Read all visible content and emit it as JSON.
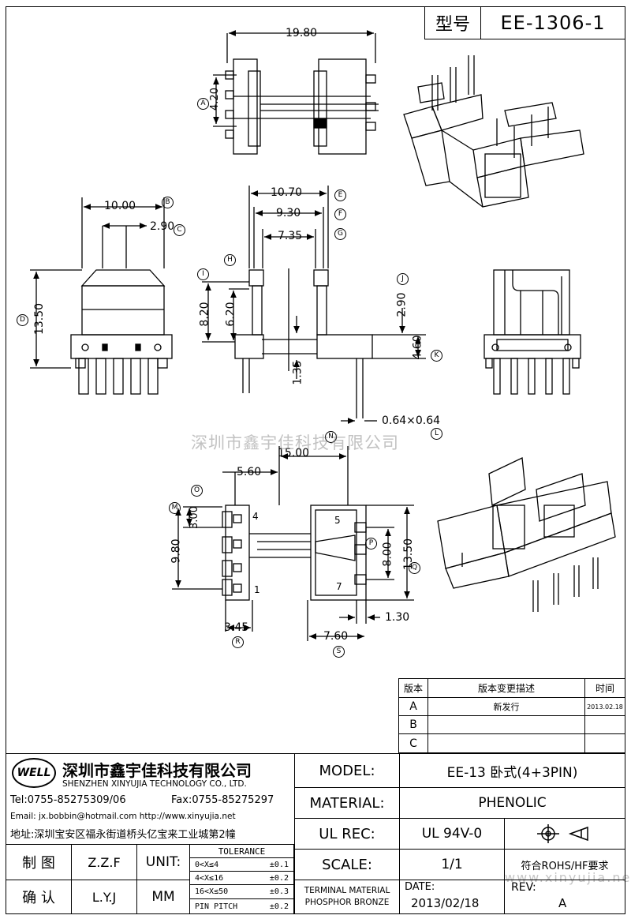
{
  "header": {
    "model_label": "型号",
    "model_no": "EE-1306-1"
  },
  "dims": {
    "top_width": "19.80",
    "pin_pitch": "4.20",
    "front_width": "10.00",
    "front_inner": "2.90",
    "front_height": "13.50",
    "side_e": "10.70",
    "side_f": "9.30",
    "side_g": "7.35",
    "side_i": "8.20",
    "side_h": "6.20",
    "side_j": "2.90",
    "side_k": "4.60",
    "side_base": "1.35",
    "pin_size": "0.64×0.64",
    "bottom_n": "15.00",
    "bottom_o": "5.60",
    "bottom_m": "3.00",
    "bottom_rows": "9.80",
    "bottom_p": "8.00",
    "bottom_q": "13.50",
    "bottom_130": "1.30",
    "bottom_r": "3.45",
    "bottom_s": "7.60"
  },
  "markers": [
    "A",
    "B",
    "C",
    "D",
    "E",
    "F",
    "G",
    "H",
    "I",
    "J",
    "K",
    "L",
    "M",
    "N",
    "O",
    "P",
    "Q",
    "R",
    "S"
  ],
  "pins": {
    "p4": "4",
    "p1": "1",
    "p5": "5",
    "p7": "7"
  },
  "watermark": "深圳市鑫宇佳科技有限公司",
  "watermark_url": "www.xinyujia.net",
  "revision": {
    "headers": [
      "版本",
      "版本变更描述",
      "时间"
    ],
    "rows": [
      {
        "ver": "A",
        "desc": "新发行",
        "date": "2013.02.18"
      },
      {
        "ver": "B",
        "desc": "",
        "date": ""
      },
      {
        "ver": "C",
        "desc": "",
        "date": ""
      }
    ]
  },
  "company": {
    "logo": "WELL",
    "name_cn": "深圳市鑫宇佳科技有限公司",
    "name_en": "SHENZHEN XINYUJIA TECHNOLOGY CO., LTD.",
    "tel": "Tel:0755-85275309/06",
    "fax": "Fax:0755-85275297",
    "email": "Email: jx.bobbin@hotmail.com http://www.xinyujia.net",
    "address": "地址:深圳宝安区福永街道桥头亿宝来工业城第2幢"
  },
  "info": {
    "model_label": "MODEL:",
    "model_value": "EE-13 卧式(4+3PIN)",
    "material_label": "MATERIAL:",
    "material_value": "PHENOLIC",
    "ulrec_label": "UL REC:",
    "ulrec_value": "UL 94V-0",
    "scale_label": "SCALE:",
    "scale_value": "1/1",
    "rohs": "符合ROHS/HF要求",
    "date_label": "DATE:",
    "date_value": "2013/02/18",
    "rev_label": "REV:",
    "rev_value": "A",
    "terminal": "TERMINAL MATERIAL",
    "terminal_value": "PHOSPHOR BRONZE"
  },
  "signoff": {
    "draw_label": "制 图",
    "draw_value": "Z.Z.F",
    "confirm_label": "确 认",
    "confirm_value": "L.Y.J",
    "unit_label": "UNIT:",
    "unit_value": "MM"
  },
  "tolerance": {
    "title": "TOLERANCE",
    "rows": [
      {
        "range": "0<X≤4",
        "val": "±0.1"
      },
      {
        "range": "4<X≤16",
        "val": "±0.2"
      },
      {
        "range": "16<X≤50",
        "val": "±0.3"
      },
      {
        "range": "PIN PITCH",
        "val": "±0.2"
      }
    ]
  }
}
